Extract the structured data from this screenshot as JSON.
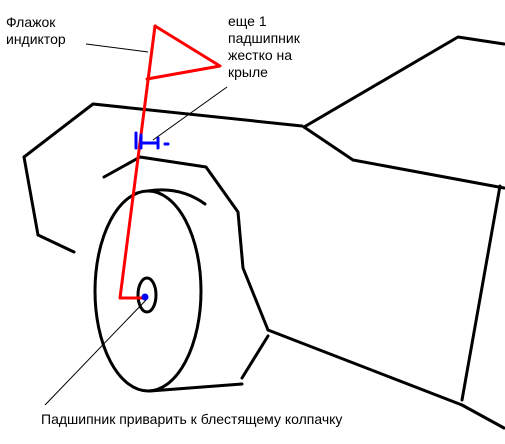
{
  "labels": {
    "flag_indicator": "Флажок\nиндиктор",
    "extra_bearing": "еще 1\nпадшипник\nжестко на\nкрыле",
    "weld_bearing": "Падшипник приварить к блестящему колпачку"
  },
  "colors": {
    "outline": "#000000",
    "flag": "#ff0000",
    "bearing": "#0000ff",
    "background": "#ffffff"
  }
}
